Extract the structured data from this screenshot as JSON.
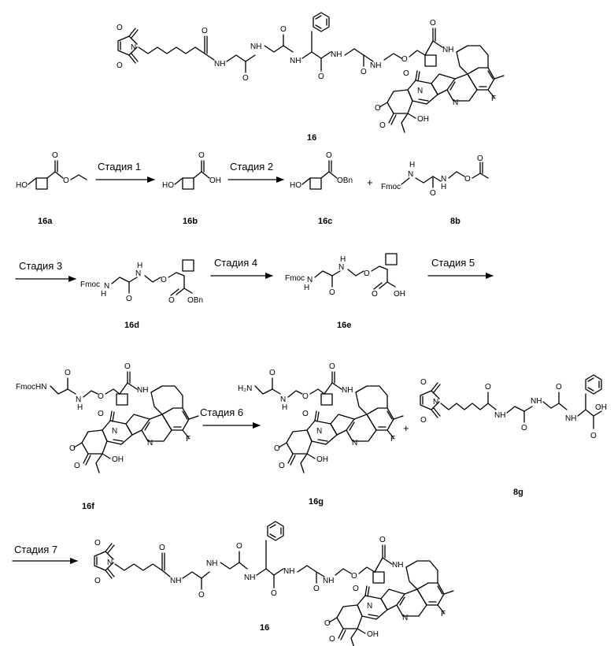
{
  "compounds": {
    "c16": "16",
    "c16a": "16a",
    "c16b": "16b",
    "c16c": "16c",
    "c8b": "8b",
    "c16d": "16d",
    "c16e": "16e",
    "c16f": "16f",
    "c16g": "16g",
    "c8g": "8g"
  },
  "steps": {
    "s1": "Стадия 1",
    "s2": "Стадия 2",
    "s3": "Стадия 3",
    "s4": "Стадия 4",
    "s5": "Стадия 5",
    "s6": "Стадия 6",
    "s7": "Стадия 7"
  },
  "atoms": {
    "O": "O",
    "N": "N",
    "NH": "NH",
    "H": "H",
    "HO": "HO",
    "OH": "OH",
    "F": "F",
    "OBn": "OBn",
    "Fmoc": "Fmoc",
    "FmocHN": "FmocHN",
    "H2N": "H₂N"
  },
  "plus": "+"
}
